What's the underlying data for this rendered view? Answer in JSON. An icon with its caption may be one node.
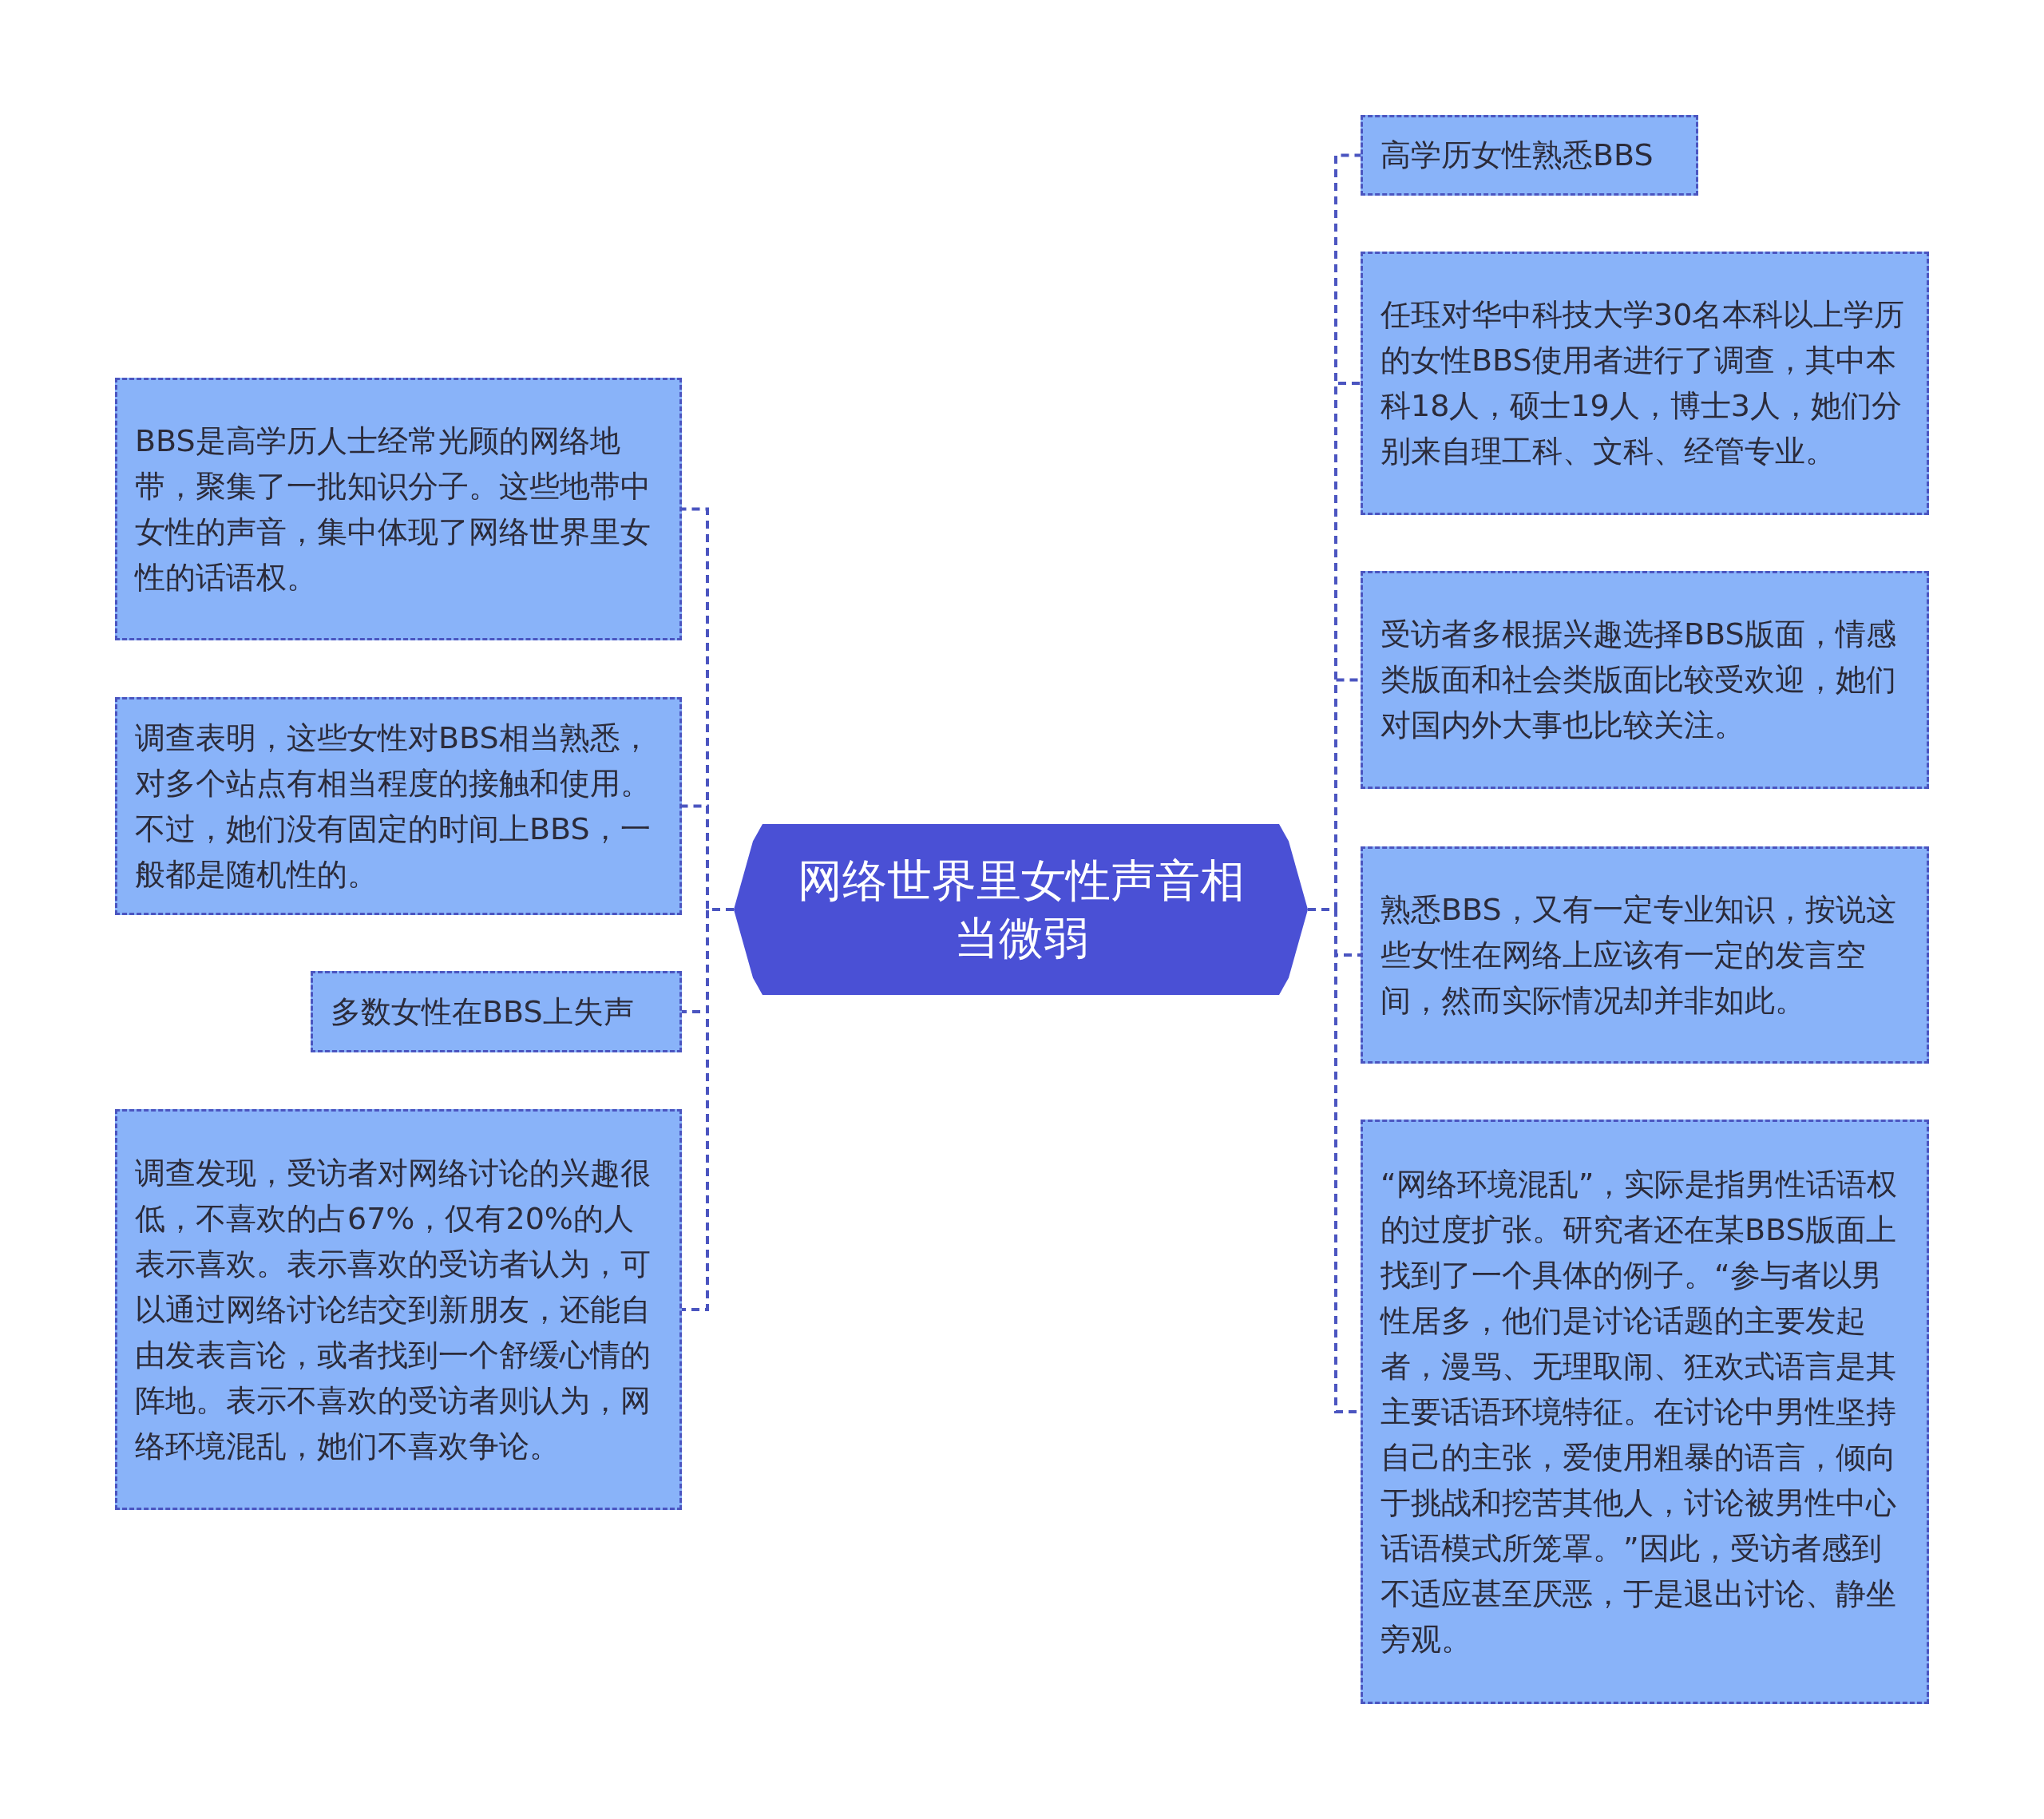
{
  "diagram": {
    "nodes": [
      {
        "text": [
          "网络世界里女性声音相当微弱"
        ]
      },
      {
        "text": [
          "BBS是高学历人士经常光顾的网络地带，聚集了一批知识分子。这些地带中女性的声音，集中体现了网络世界里女性的话语权。"
        ]
      },
      {
        "text": [
          "调查表明，这些女性对BBS相当熟悉，对多个站点有相当程度的接触和使用。不过，她们没有固定的时间上BBS，一般都是随机性的。"
        ]
      },
      {
        "text": [
          "多数女性在BBS上失声"
        ]
      },
      {
        "text": [
          "调查发现，受访者对网络讨论的兴趣很低，不喜欢的占67%，仅有20%的人表示喜欢。表示喜欢的受访者认为，可以通过网络讨论结交到新朋友，还能自由发表言论，或者找到一个舒缓心情的阵地。表示不喜欢的受访者则认为，网络环境混乱，她们不喜欢争论。"
        ]
      },
      {
        "text": [
          "高学历女性熟悉BBS"
        ]
      },
      {
        "text": [
          "任珏对华中科技大学30名本科以上学历的女性BBS使用者进行了调查，其中本科18人，硕士19人，博士3人，她们分别来自理工科、文科、经管专业。"
        ]
      },
      {
        "text": [
          "受访者多根据兴趣选择BBS版面，情感类版面和社会类版面比较受欢迎，她们对国内外大事也比较关注。"
        ]
      },
      {
        "text": [
          "熟悉BBS，又有一定专业知识，按说这些女性在网络上应该有一定的发言空间，然而实际情况却并非如此。"
        ]
      },
      {
        "text": [
          "“网络环境混乱”，实际是指男性话语权的过度扩张。研究者还在某BBS版面上找到了一个具体的例子。“参与者以男性居多，他们是讨论话题的主要发起者，漫骂、无理取闹、狂欢式语言是其主要话语环境特征。在讨论中男性坚持自己的主张，爱使用粗暴的语言，倾向于挑战和挖苦其他人，讨论被男性中心话语模式所笼罩。”因此，受访者感到不适应甚至厌恶，于是退出讨论、静坐旁观。"
        ]
      }
    ],
    "edges": [
      {
        "from": 0,
        "to": 1,
        "arrow": "none",
        "style": "dashed"
      },
      {
        "from": 0,
        "to": 2,
        "arrow": "none",
        "style": "dashed"
      },
      {
        "from": 0,
        "to": 3,
        "arrow": "none",
        "style": "dashed"
      },
      {
        "from": 0,
        "to": 4,
        "arrow": "none",
        "style": "dashed"
      },
      {
        "from": 0,
        "to": 5,
        "arrow": "none",
        "style": "dashed"
      },
      {
        "from": 0,
        "to": 6,
        "arrow": "none",
        "style": "dashed"
      },
      {
        "from": 0,
        "to": 7,
        "arrow": "none",
        "style": "dashed"
      },
      {
        "from": 0,
        "to": 8,
        "arrow": "none",
        "style": "dashed"
      },
      {
        "from": 0,
        "to": 9,
        "arrow": "none",
        "style": "dashed"
      }
    ]
  }
}
